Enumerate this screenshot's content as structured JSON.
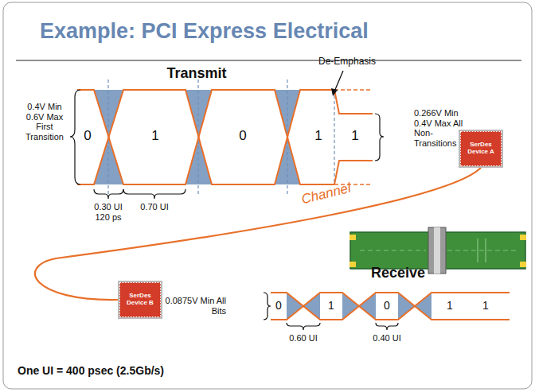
{
  "diagram": {
    "title": "Example: PCI Express Electrical",
    "nodes": [
      {
        "text": [
          "SerDes Device A"
        ]
      },
      {
        "text": [
          "SerDes Device B"
        ]
      }
    ],
    "edges": [
      {
        "from": 0,
        "to": 1,
        "label": "Channel",
        "arrow": "none"
      }
    ],
    "labels": [
      "Transmit",
      "De-Emphasis",
      "0.4V Min 0.6V Max First Transition",
      "0",
      "1",
      "0",
      "1",
      "1",
      "0.266V Min 0.4V Max All Non-Transitions",
      "0.30 UI 120 ps",
      "0.70 UI",
      "Receive",
      "0.0875V Min All Bits",
      "0",
      "1",
      "0",
      "1",
      "1",
      "0.60 UI",
      "0.40 UI",
      "One UI = 400 psec (2.5Gb/s)"
    ]
  }
}
